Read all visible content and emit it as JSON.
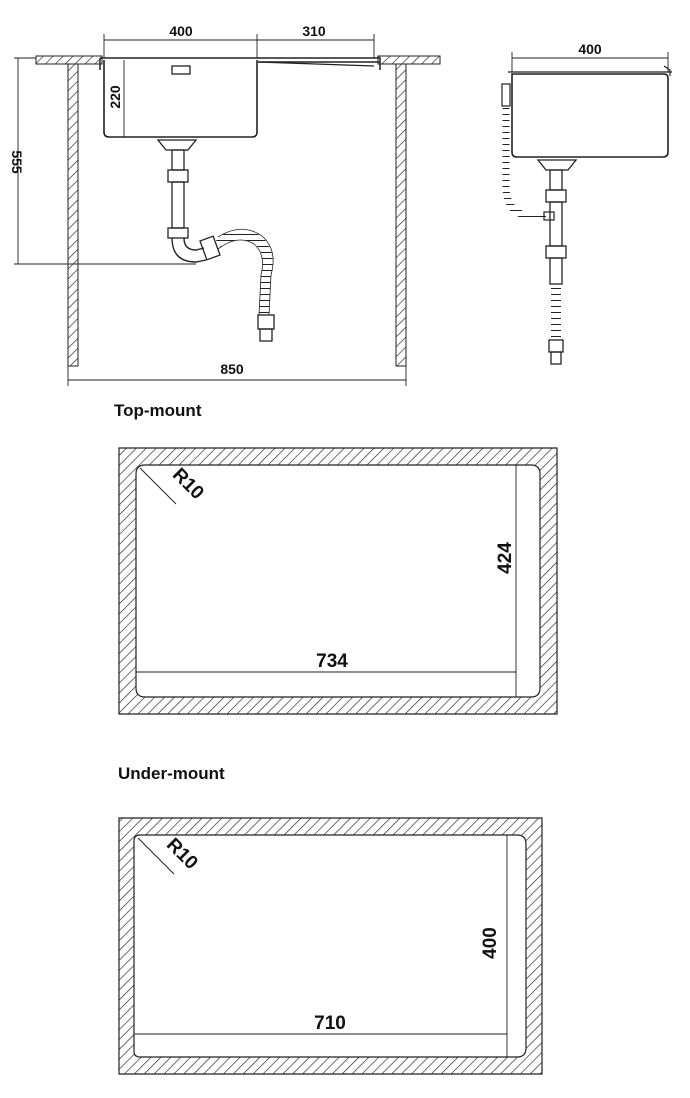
{
  "side_view": {
    "bowl_width": "400",
    "drainboard_width": "310",
    "bowl_depth": "220",
    "cabinet_height": "555",
    "cabinet_width": "850"
  },
  "end_view": {
    "bowl_width": "400"
  },
  "top_mount": {
    "title": "Top-mount",
    "corner_radius": "R10",
    "width": "734",
    "height": "424"
  },
  "under_mount": {
    "title": "Under-mount",
    "corner_radius": "R10",
    "width": "710",
    "height": "400"
  },
  "colors": {
    "line": "#222222",
    "background": "#ffffff"
  }
}
